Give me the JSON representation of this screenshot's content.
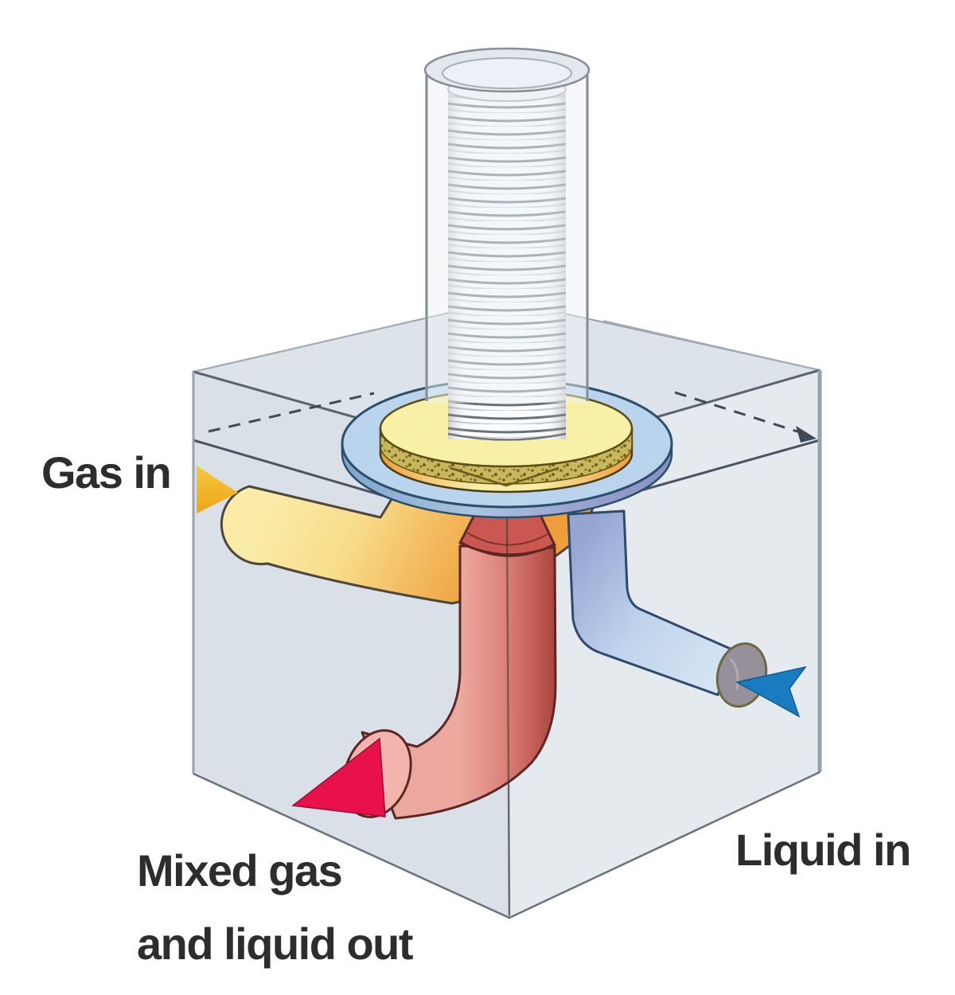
{
  "diagram": {
    "type": "cutaway-illustration",
    "subject": "gas-liquid static mixer block with threaded stem",
    "labels": {
      "gas_in": "Gas in",
      "mixed_out_line1": "Mixed gas",
      "mixed_out_line2": "and liquid out",
      "liquid_in": "Liquid in"
    },
    "flows": [
      {
        "name": "gas-in-arrow",
        "direction": "into left face",
        "color": "#efae1c"
      },
      {
        "name": "liquid-in-arrow",
        "direction": "into right face",
        "color": "#1878be"
      },
      {
        "name": "mixed-out-arrow",
        "direction": "out of front-left face",
        "color": "#e8114b"
      }
    ],
    "colors": {
      "background": "#ffffff",
      "cube_top": "#dce3ea",
      "cube_left": "#d9e0e8",
      "cube_right": "#e5eaef",
      "edge_dark": "#59626e",
      "flange_blue": "#b9d4ec",
      "flange_outline": "#2b4f6a",
      "nut_yellow": "#f7f0a6",
      "nut_orange": "#ee9d3c",
      "pipe_gas": "#f3b85c",
      "pipe_liquid": "#b8cce8",
      "pipe_mixed": "#dd8379",
      "label_text": "#2d2d2d"
    }
  }
}
